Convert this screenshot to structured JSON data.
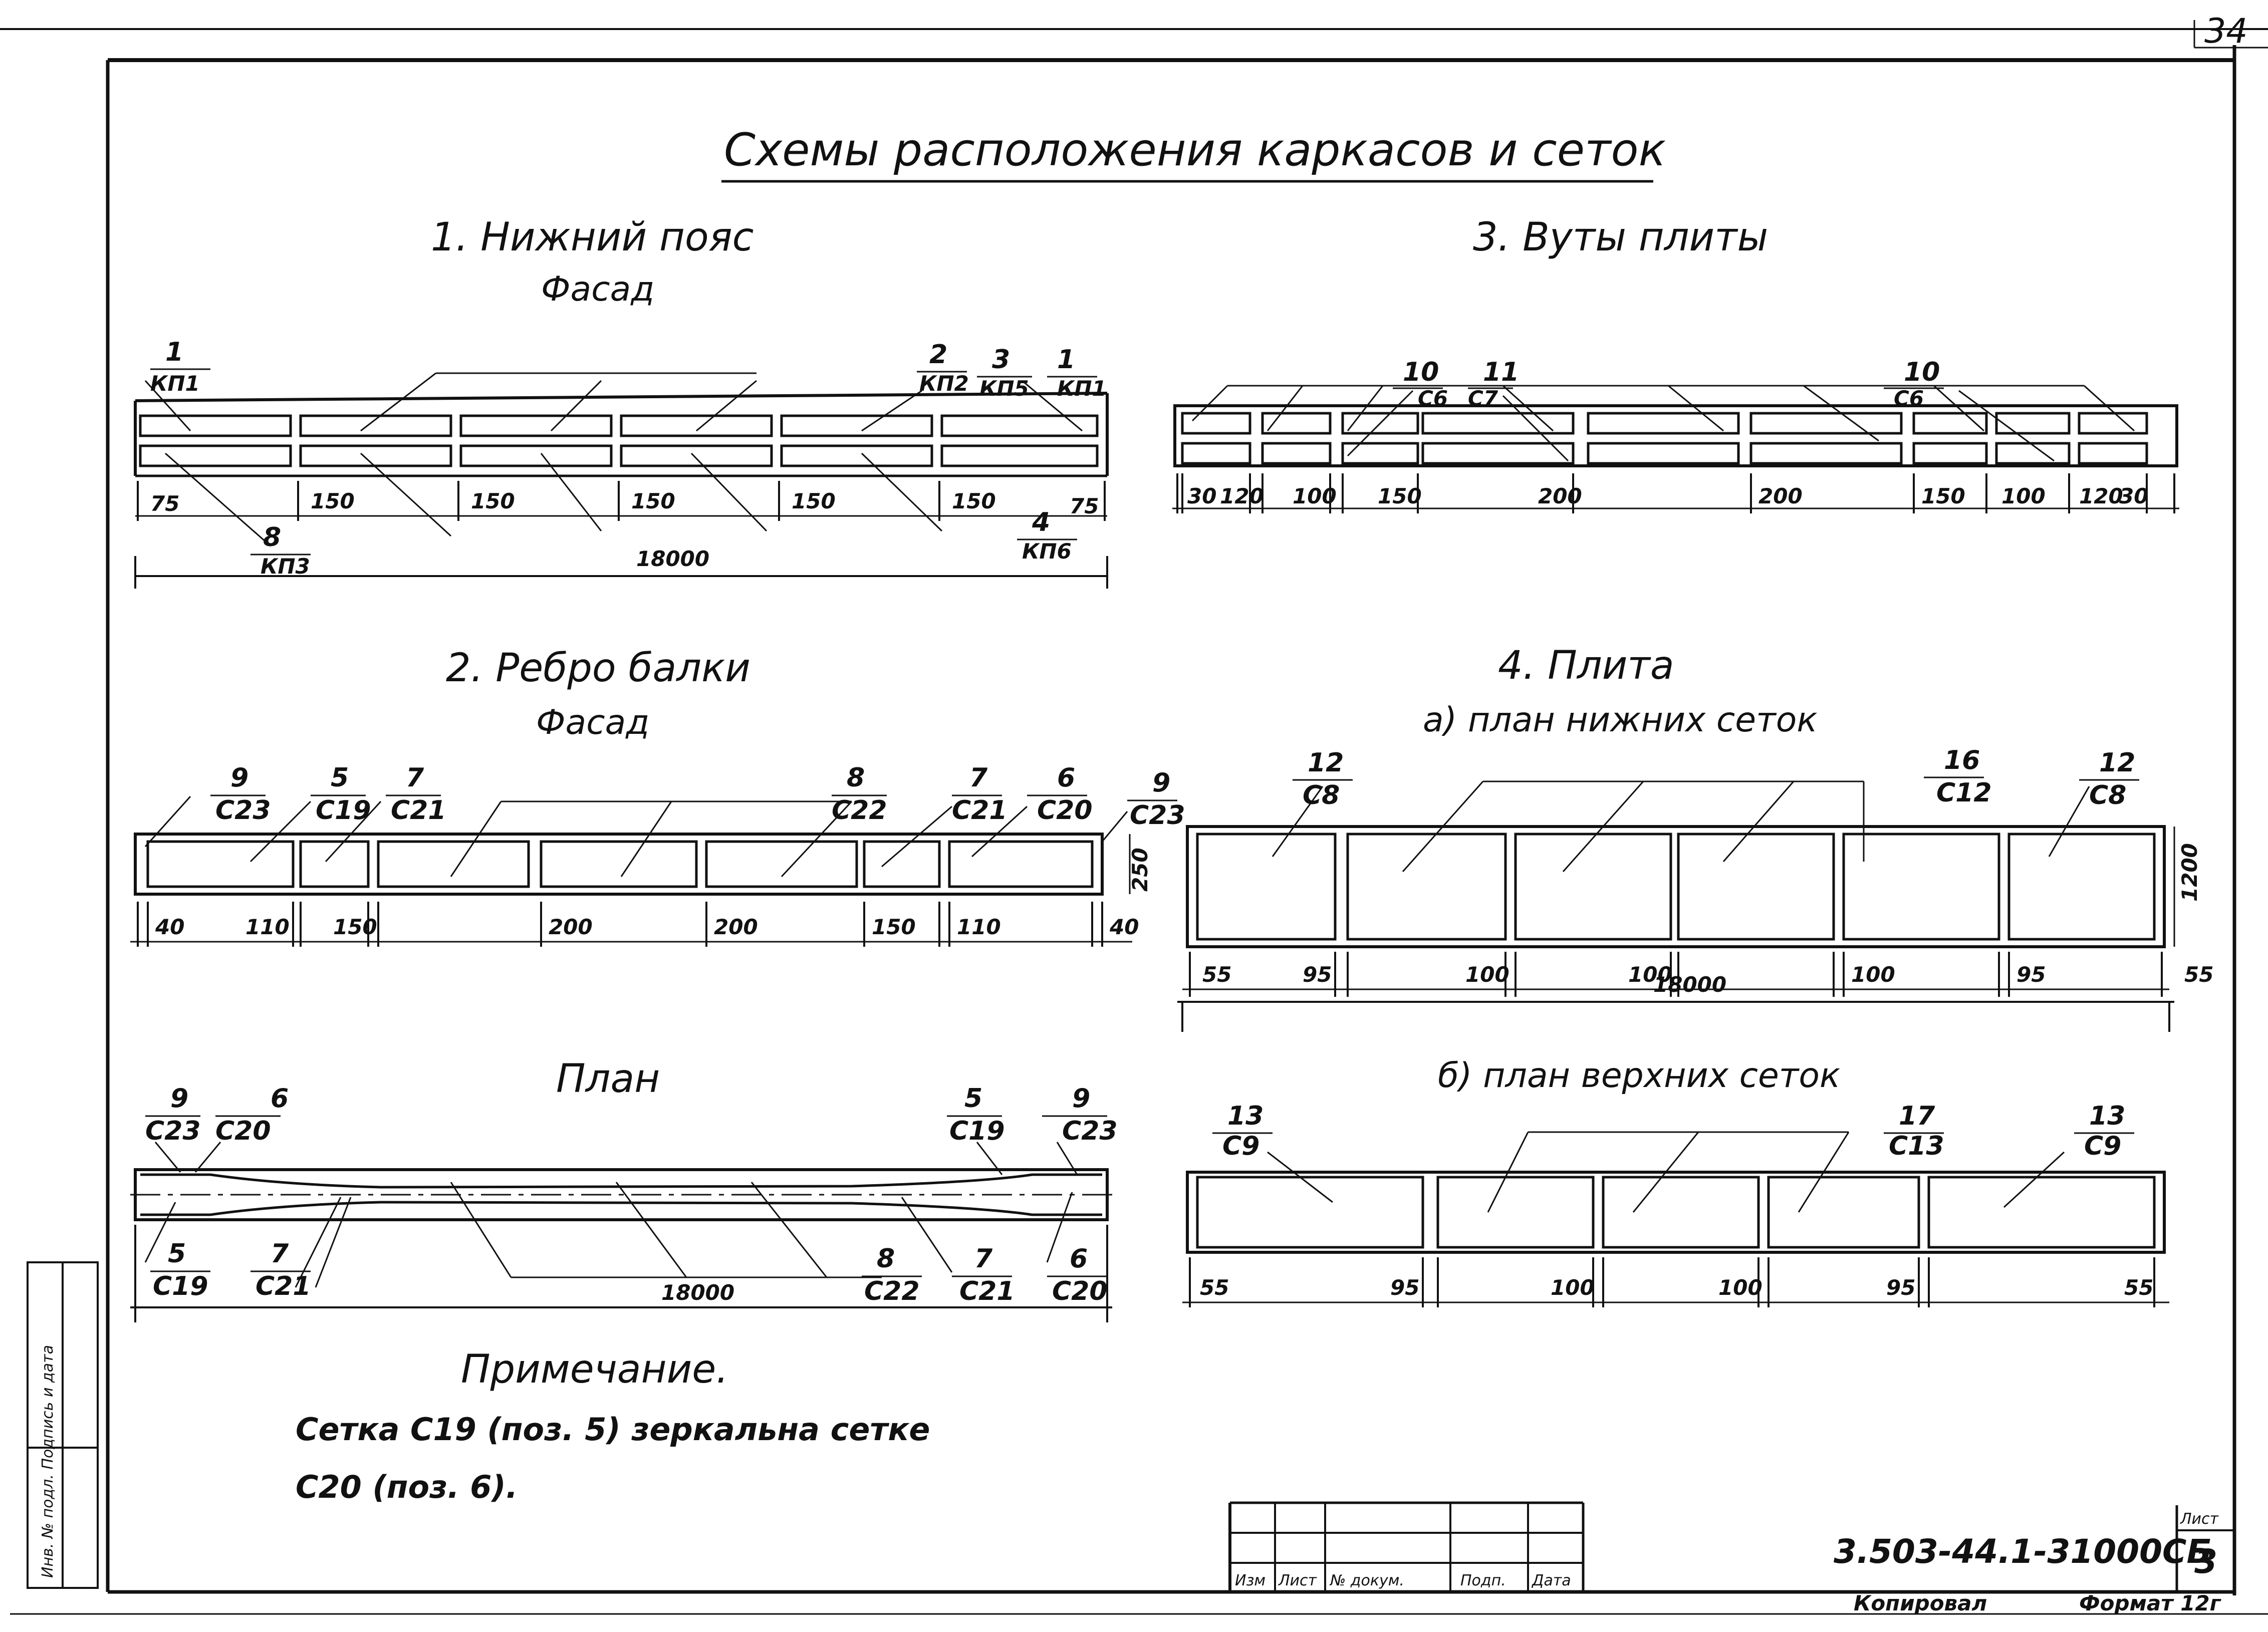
{
  "page_number": "34",
  "title": "Схемы расположения каркасов и сеток",
  "sections": {
    "s1": {
      "heading": "1. Нижний пояс",
      "subheading": "Фасад",
      "labels": [
        {
          "pos": "1",
          "mark": "КП1"
        },
        {
          "pos": "2",
          "mark": "КП2"
        },
        {
          "pos": "3",
          "mark": "КП5"
        },
        {
          "pos": "1",
          "mark": "КП1"
        },
        {
          "pos": "8",
          "mark": "КП3"
        },
        {
          "pos": "4",
          "mark": "КП6"
        }
      ],
      "dims": [
        "75",
        "150",
        "150",
        "150",
        "150",
        "150",
        "75"
      ],
      "total": "18000"
    },
    "s2": {
      "heading": "2. Ребро балки",
      "subheading": "Фасад",
      "labels": [
        {
          "pos": "9",
          "mark": "С23"
        },
        {
          "pos": "5",
          "mark": "С19"
        },
        {
          "pos": "7",
          "mark": "С21"
        },
        {
          "pos": "8",
          "mark": "С22"
        },
        {
          "pos": "7",
          "mark": "С21"
        },
        {
          "pos": "6",
          "mark": "С20"
        },
        {
          "pos": "9",
          "mark": "С23"
        }
      ],
      "dims": [
        "40",
        "110",
        "150",
        "200",
        "200",
        "150",
        "110",
        "40"
      ],
      "height": "250"
    },
    "s2plan": {
      "heading": "План",
      "labels_top": [
        {
          "pos": "9",
          "mark": "С23"
        },
        {
          "pos": "6",
          "mark": "С20"
        },
        {
          "pos": "5",
          "mark": "С19"
        },
        {
          "pos": "9",
          "mark": "С23"
        }
      ],
      "labels_bottom": [
        {
          "pos": "5",
          "mark": "С19"
        },
        {
          "pos": "7",
          "mark": "С21"
        },
        {
          "pos": "8",
          "mark": "С22"
        },
        {
          "pos": "7",
          "mark": "С21"
        },
        {
          "pos": "6",
          "mark": "С20"
        }
      ],
      "total": "18000"
    },
    "s3": {
      "heading": "3. Вуты плиты",
      "labels": [
        {
          "pos": "10",
          "mark": "С6"
        },
        {
          "pos": "11",
          "mark": "С7"
        },
        {
          "pos": "10",
          "mark": "С6"
        }
      ],
      "dims": [
        "30",
        "120",
        "100",
        "150",
        "200",
        "200",
        "150",
        "100",
        "120",
        "30"
      ]
    },
    "s4": {
      "heading": "4. Плита",
      "sub_a": "а) план нижних сеток",
      "labels_a": [
        {
          "pos": "12",
          "mark": "С8"
        },
        {
          "pos": "16",
          "mark": "С12"
        },
        {
          "pos": "12",
          "mark": "С8"
        }
      ],
      "dims_a": [
        "55",
        "95",
        "100",
        "100",
        "100",
        "95",
        "55"
      ],
      "height_a": "1200",
      "total_a": "18000",
      "sub_b": "б) план верхних сеток",
      "labels_b": [
        {
          "pos": "13",
          "mark": "С9"
        },
        {
          "pos": "17",
          "mark": "С13"
        },
        {
          "pos": "13",
          "mark": "С9"
        }
      ],
      "dims_b": [
        "55",
        "95",
        "100",
        "100",
        "95",
        "55"
      ]
    }
  },
  "note": {
    "heading": "Примечание.",
    "line1": "Сетка С19 (поз. 5) зеркальна сетке",
    "line2": "С20 (поз. 6)."
  },
  "stamp": {
    "columns": [
      "Изм",
      "Лист",
      "№ докум.",
      "Подп.",
      "Дата"
    ],
    "code": "3.503-44.1-31000СБ",
    "sheet_label": "Лист",
    "sheet_no": "3",
    "copied": "Копировал",
    "format": "Формат 12г",
    "side_label": "Инв. № подл. Подпись и дата"
  }
}
